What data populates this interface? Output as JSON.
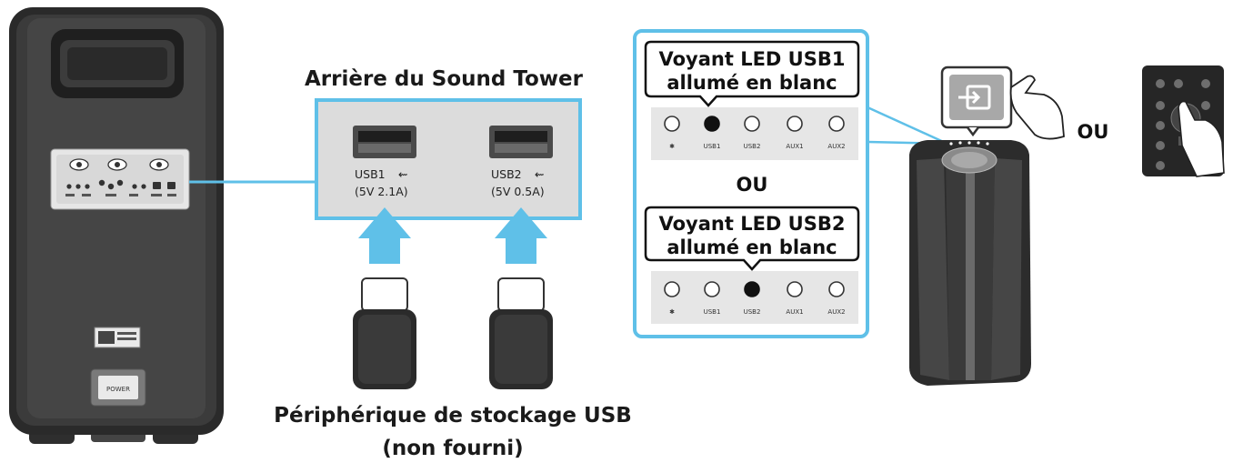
{
  "rear_panel": {
    "title": "Arrière du Sound Tower",
    "ports": [
      {
        "name": "USB1",
        "spec": "(5V 2.1A)"
      },
      {
        "name": "USB2",
        "spec": "(5V 0.5A)"
      }
    ],
    "power_label": "POWER"
  },
  "storage": {
    "label_line1": "Périphérique de stockage USB",
    "label_line2": "(non fourni)"
  },
  "led_panel": {
    "callout_usb1": {
      "line1": "Voyant LED USB1",
      "line2": "allumé en blanc"
    },
    "callout_usb2": {
      "line1": "Voyant LED USB2",
      "line2": "allumé en blanc"
    },
    "or_label": "OU",
    "indicator_labels": [
      "USB1",
      "USB2",
      "AUX1",
      "AUX2"
    ],
    "row1_active": "USB1",
    "row2_active": "USB2"
  },
  "speaker": {
    "or_label": "OU",
    "source_button_icon": "source-input-icon",
    "remote_icon": "remote-control-icon",
    "hand_icon": "pointing-hand-icon"
  },
  "colors": {
    "accent_blue": "#5fc0e8",
    "panel_gray": "#dcdcdc",
    "device_dark": "#3a3a3a",
    "device_body": "#2b2b2b"
  }
}
